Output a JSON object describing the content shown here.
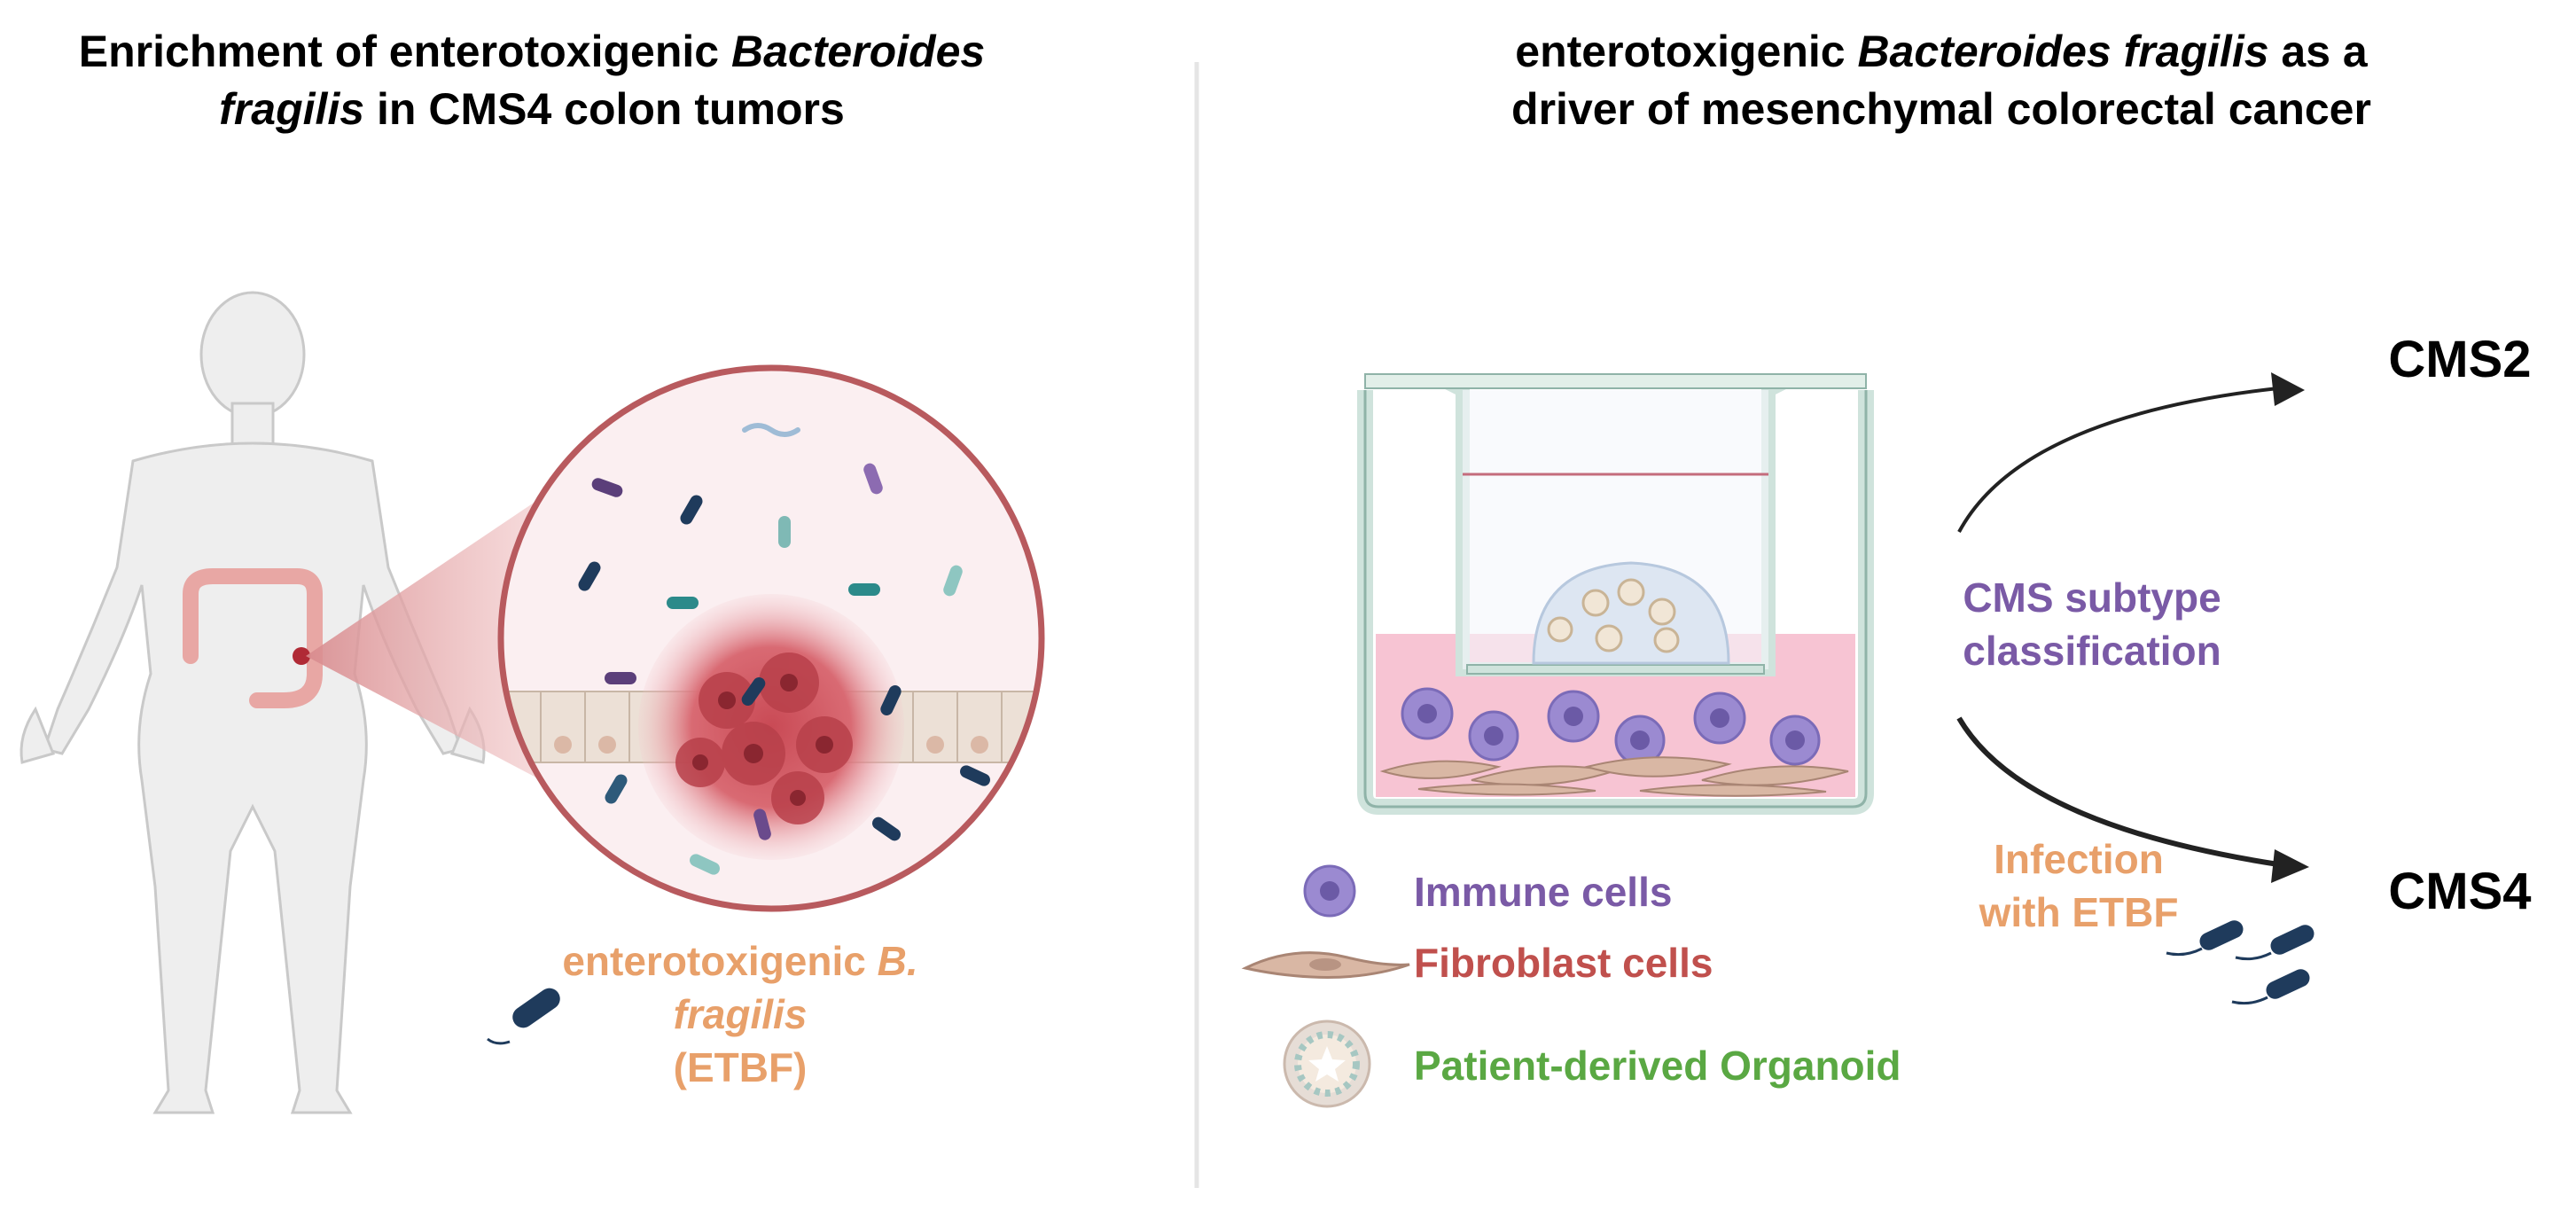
{
  "left_panel": {
    "title_line1_a": "Enrichment of enterotoxigenic ",
    "title_line1_b": "Bacteroides",
    "title_line2_a": "fragilis",
    "title_line2_b": " in CMS4 colon tumors",
    "etbf_label_line1_a": "enterotoxigenic ",
    "etbf_label_line1_b": "B.",
    "etbf_label_line2": "fragilis",
    "etbf_label_line3": "(ETBF)"
  },
  "right_panel": {
    "title_line1_a": "enterotoxigenic ",
    "title_line1_b": "Bacteroides fragilis",
    "title_line1_c": " as a",
    "title_line2": "driver of mesenchymal colorectal cancer",
    "outcome_top": "CMS2",
    "outcome_bottom": "CMS4",
    "classification_line1": "CMS subtype",
    "classification_line2": "classification",
    "infection_line1": "Infection",
    "infection_line2": "with ETBF"
  },
  "legend": [
    {
      "icon": "immune-cell-icon",
      "label": "Immune cells",
      "color": "#7a5aa6"
    },
    {
      "icon": "fibroblast-cell-icon",
      "label": "Fibroblast cells",
      "color": "#c0504d"
    },
    {
      "icon": "organoid-icon",
      "label": "Patient-derived Organoid",
      "color": "#5aa843"
    }
  ],
  "colors": {
    "title": "#000000",
    "etbf_orange": "#e8a06a",
    "classification_purple": "#7a5aa6",
    "infection_orange": "#e8a06a",
    "bacterium_navy": "#1f3b5c",
    "tumor_red": "#c0504d",
    "well_green": "#cfe3dc",
    "medium_pink": "#f7c4d3"
  }
}
